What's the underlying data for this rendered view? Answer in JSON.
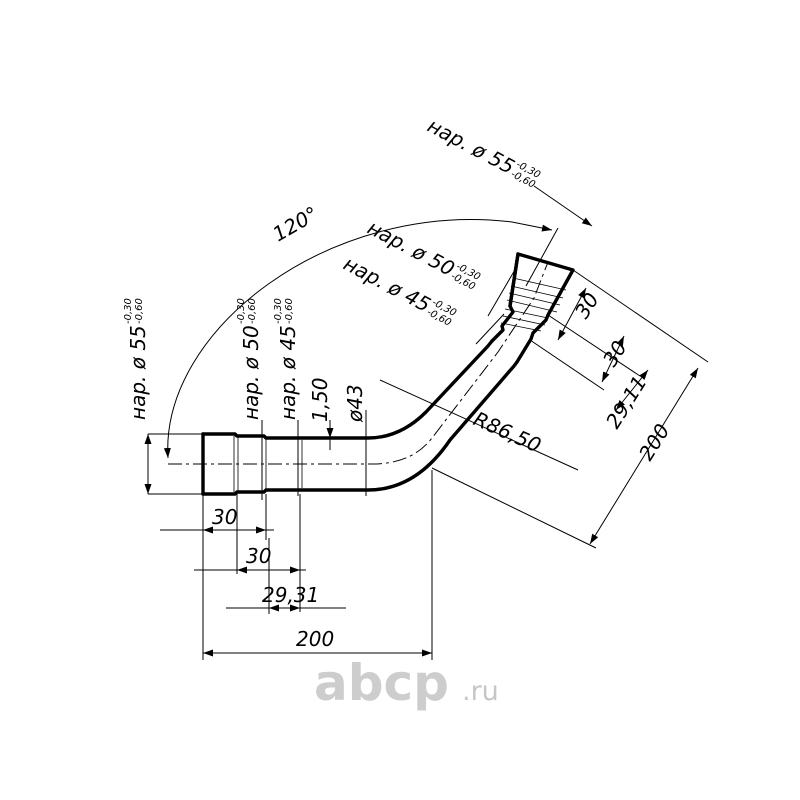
{
  "logo": {
    "name": "abcp",
    "suffix": ".ru"
  },
  "dims": {
    "angle": "120°",
    "r": "R86,50",
    "d43": "ø43",
    "wall": "1,50",
    "h30a": "30",
    "h30b": "30",
    "h2931": "29,31",
    "h200": "200",
    "s30a": "30",
    "s30b": "30",
    "s2911": "29,11",
    "s200": "200"
  },
  "callouts": {
    "v55": {
      "text": "нар. ø 55",
      "up": "-0,30",
      "lo": "-0,60"
    },
    "v50": {
      "text": "нар. ø 50",
      "up": "-0,30",
      "lo": "-0,60"
    },
    "v45": {
      "text": "нар. ø 45",
      "up": "-0,30",
      "lo": "-0,60"
    },
    "s55": {
      "text": "нар. ø 55",
      "up": "-0,30",
      "lo": "-0,60"
    },
    "s50": {
      "text": "нар. ø 50",
      "up": "-0,30",
      "lo": "-0,60"
    },
    "s45": {
      "text": "нар. ø 45",
      "up": "-0,30",
      "lo": "-0,60"
    }
  }
}
